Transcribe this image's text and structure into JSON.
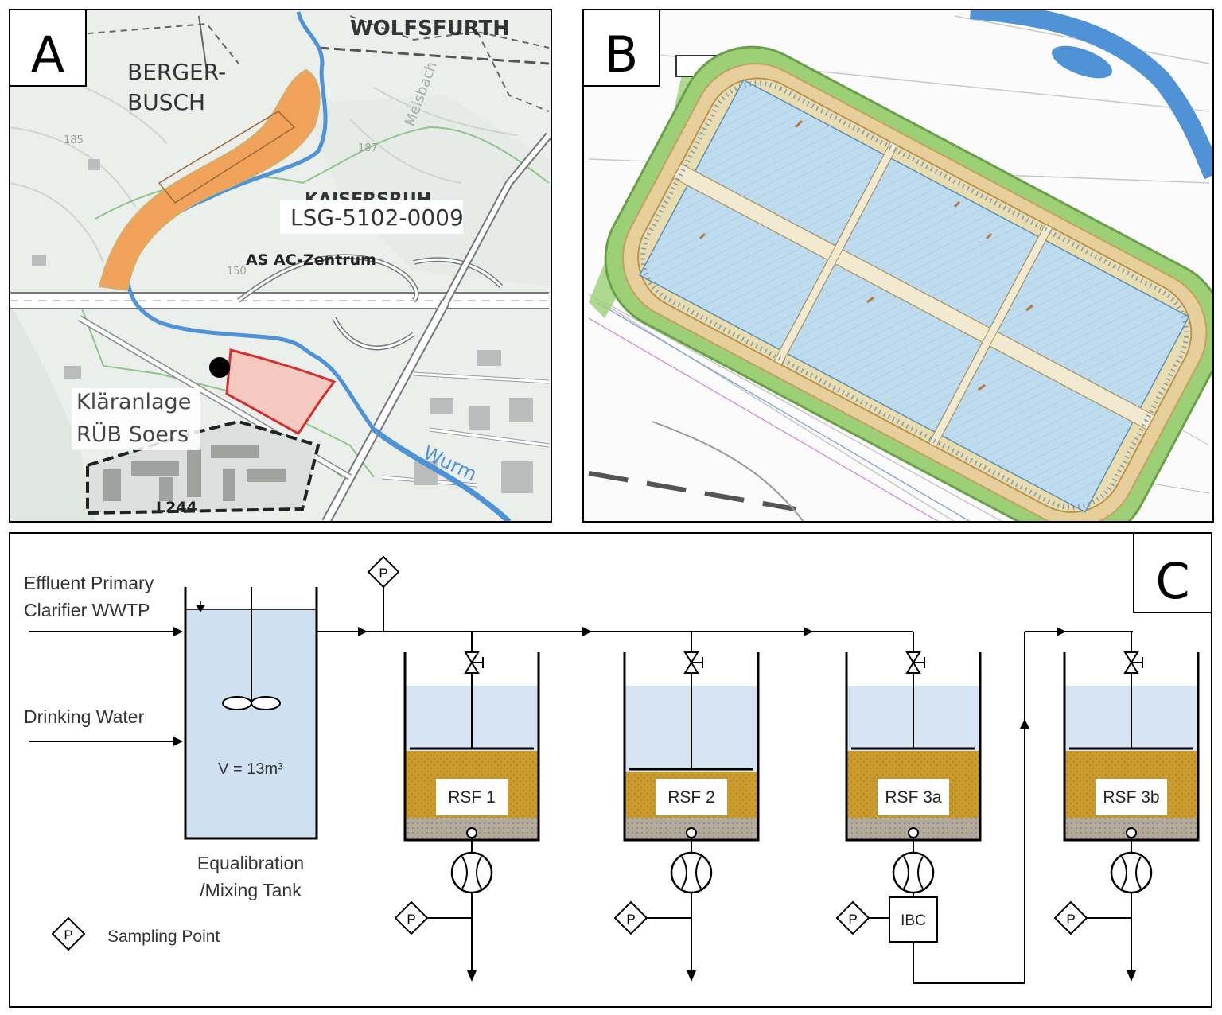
{
  "panels": {
    "a": {
      "letter": "A"
    },
    "b": {
      "letter": "B"
    },
    "c": {
      "letter": "C"
    }
  },
  "map": {
    "wolfsfurth": "WOLFSFURTH",
    "berger_1": "BERGER-",
    "berger_2": "BUSCH",
    "kaiser": "KAISERSRUH",
    "lsg": "LSG-5102-0009",
    "as": "AS AC-Zentrum",
    "klaer_1": "Kläranlage",
    "klaer_2": "RÜB Soers",
    "road": "L244",
    "river": "Wurm",
    "contour_1": "185",
    "contour_2": "187",
    "contour_3": "150",
    "stream": "Meisbach"
  },
  "process": {
    "inlet_1a": "Effluent Primary",
    "inlet_1b": "Clarifier WWTP",
    "inlet_2": "Drinking Water",
    "tank_volume": "V = 13m³",
    "tank_label_1": "Equalibration",
    "tank_label_2": "/Mixing Tank",
    "sampling_symbol": "P",
    "legend_sampling": "Sampling Point",
    "ibc": "IBC",
    "filters": [
      {
        "label": "RSF 1"
      },
      {
        "label": "RSF 2"
      },
      {
        "label": "RSF 3a"
      },
      {
        "label": "RSF 3b"
      }
    ]
  },
  "colors": {
    "map_bg": "#ebefec",
    "basin_orange": "#f0a25a",
    "basin_red": "#f5c8c0",
    "river": "#4f93d6",
    "plan_water": "#bfdcef",
    "sand": "#c99a2c",
    "gravel": "#b3aa9c",
    "tank_fill": "#cfe0f1",
    "water_fill": "#d5e3f3"
  }
}
